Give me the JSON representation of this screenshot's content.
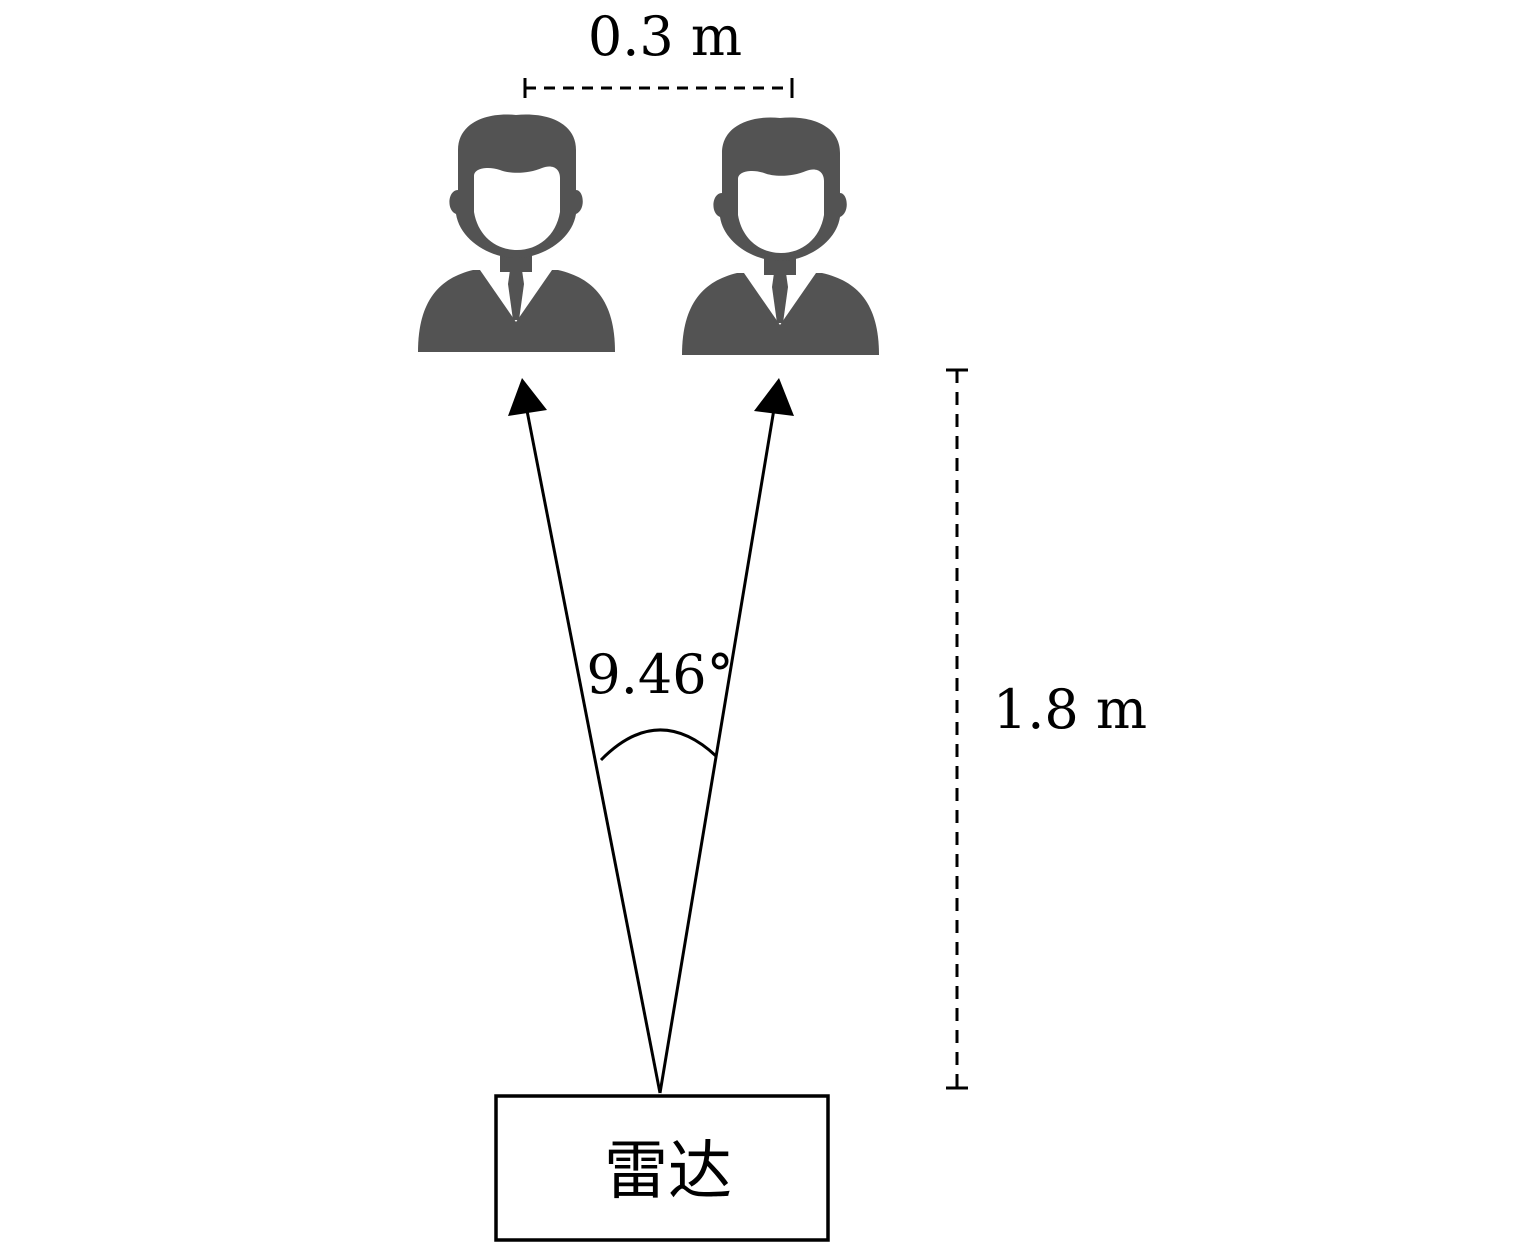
{
  "diagram": {
    "spacing_label": "0.3 m",
    "distance_label": "1.8 m",
    "angle_label": "9.46°",
    "radar_label": "雷达",
    "icons": {
      "person_left": "person-icon",
      "person_right": "person-icon"
    },
    "colors": {
      "person": "#535353",
      "lines": "#000000",
      "background": "#ffffff"
    }
  }
}
